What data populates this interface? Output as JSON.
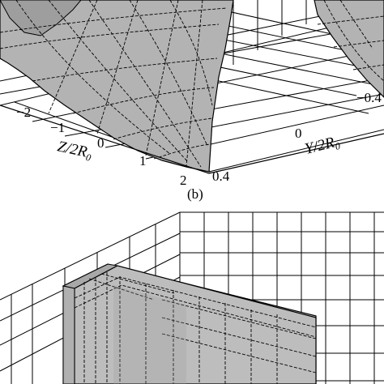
{
  "chart_data": [
    {
      "type": "surface3d",
      "panel_label": "(b)",
      "axes": {
        "z_axis": {
          "label_main": "Z/2R",
          "label_sub": "0",
          "ticks": [
            "-2",
            "-1",
            "0",
            "1",
            "2"
          ]
        },
        "y_axis": {
          "label_main": "Y/2R",
          "label_sub": "0",
          "ticks": [
            "-0.4",
            "0",
            "0.4"
          ]
        }
      },
      "surface_color": "#b3b3b3",
      "grid": true
    },
    {
      "type": "surface3d",
      "panel_label": "",
      "surface_color": "#bdbdbd",
      "grid": true
    }
  ]
}
